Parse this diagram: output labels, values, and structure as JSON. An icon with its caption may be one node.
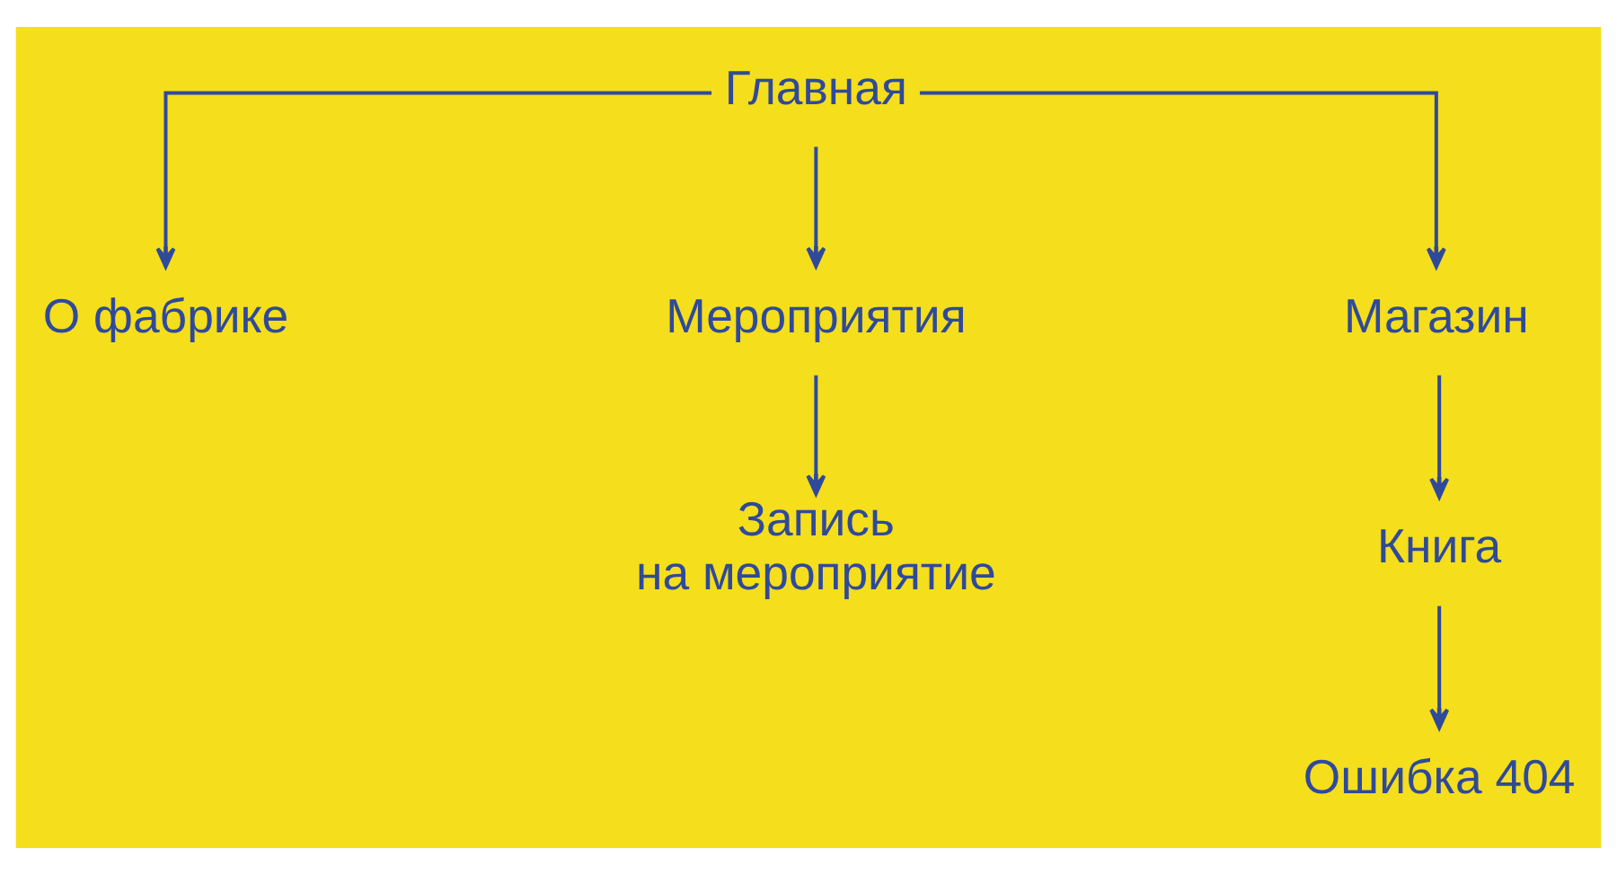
{
  "diagram": {
    "nodes": [
      {
        "text": [
          "Главная"
        ]
      },
      {
        "text": [
          "О фабрике"
        ]
      },
      {
        "text": [
          "Мероприятия"
        ]
      },
      {
        "text": [
          "Магазин"
        ]
      },
      {
        "text": [
          "Запись на мероприятие"
        ]
      },
      {
        "text": [
          "Книга"
        ]
      },
      {
        "text": [
          "Ошибка 404"
        ]
      }
    ],
    "edges": [
      {
        "from": 0,
        "to": 1,
        "arrow": "to"
      },
      {
        "from": 0,
        "to": 2,
        "arrow": "to"
      },
      {
        "from": 0,
        "to": 3,
        "arrow": "to"
      },
      {
        "from": 2,
        "to": 4,
        "arrow": "to"
      },
      {
        "from": 3,
        "to": 5,
        "arrow": "to"
      },
      {
        "from": 5,
        "to": 6,
        "arrow": "to"
      }
    ]
  }
}
